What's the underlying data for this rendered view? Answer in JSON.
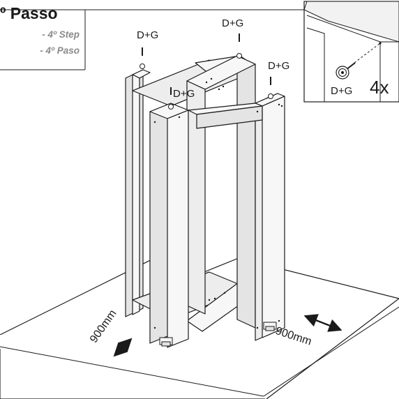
{
  "header": {
    "title": "º Passo",
    "subtitle_en": "- 4º Step",
    "subtitle_es": "- 4º Paso"
  },
  "hardware_labels": {
    "top_left": "D+G",
    "top_center": "D+G",
    "top_right": "D+G",
    "front_left": "D+G"
  },
  "detail_inset": {
    "part_label": "D+G",
    "quantity": "4x"
  },
  "dimensions": {
    "left_clearance": "900mm",
    "right_clearance": "900mm"
  },
  "colors": {
    "line": "#1a1a1a",
    "panel_front": "#f7f7f7",
    "panel_side": "#e4e4e4",
    "panel_inside": "#ededed",
    "floor": "#ffffff",
    "subtitle": "#8a8a8a"
  }
}
